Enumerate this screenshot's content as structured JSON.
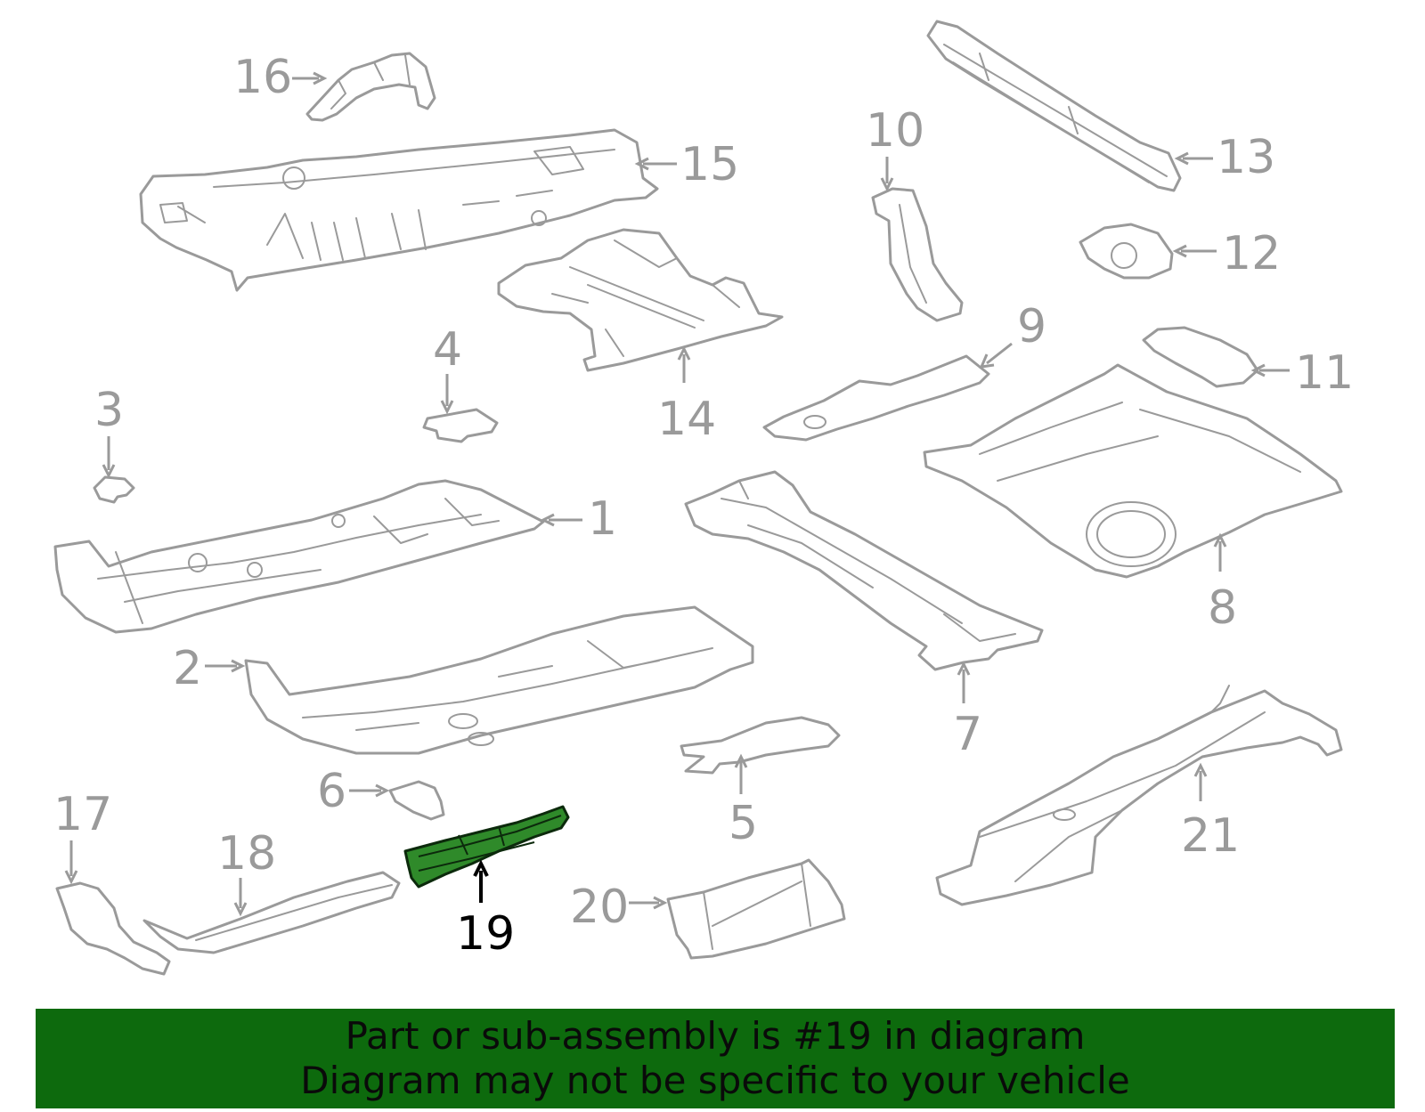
{
  "callouts": [
    {
      "id": "1",
      "label": "1"
    },
    {
      "id": "2",
      "label": "2"
    },
    {
      "id": "3",
      "label": "3"
    },
    {
      "id": "4",
      "label": "4"
    },
    {
      "id": "5",
      "label": "5"
    },
    {
      "id": "6",
      "label": "6"
    },
    {
      "id": "7",
      "label": "7"
    },
    {
      "id": "8",
      "label": "8"
    },
    {
      "id": "9",
      "label": "9"
    },
    {
      "id": "10",
      "label": "10"
    },
    {
      "id": "11",
      "label": "11"
    },
    {
      "id": "12",
      "label": "12"
    },
    {
      "id": "13",
      "label": "13"
    },
    {
      "id": "14",
      "label": "14"
    },
    {
      "id": "15",
      "label": "15"
    },
    {
      "id": "16",
      "label": "16"
    },
    {
      "id": "17",
      "label": "17"
    },
    {
      "id": "18",
      "label": "18"
    },
    {
      "id": "19",
      "label": "19"
    },
    {
      "id": "20",
      "label": "20"
    },
    {
      "id": "21",
      "label": "21"
    }
  ],
  "highlighted_part": "19",
  "colors": {
    "outline": "#9a9a9a",
    "highlight_fill": "#2f8a2a",
    "banner_bg": "#0d6a0d",
    "banner_text": "#0a0a0a"
  },
  "banner": {
    "line1": "Part or sub-assembly is #19 in diagram",
    "line2": "Diagram may not be specific to your vehicle"
  }
}
